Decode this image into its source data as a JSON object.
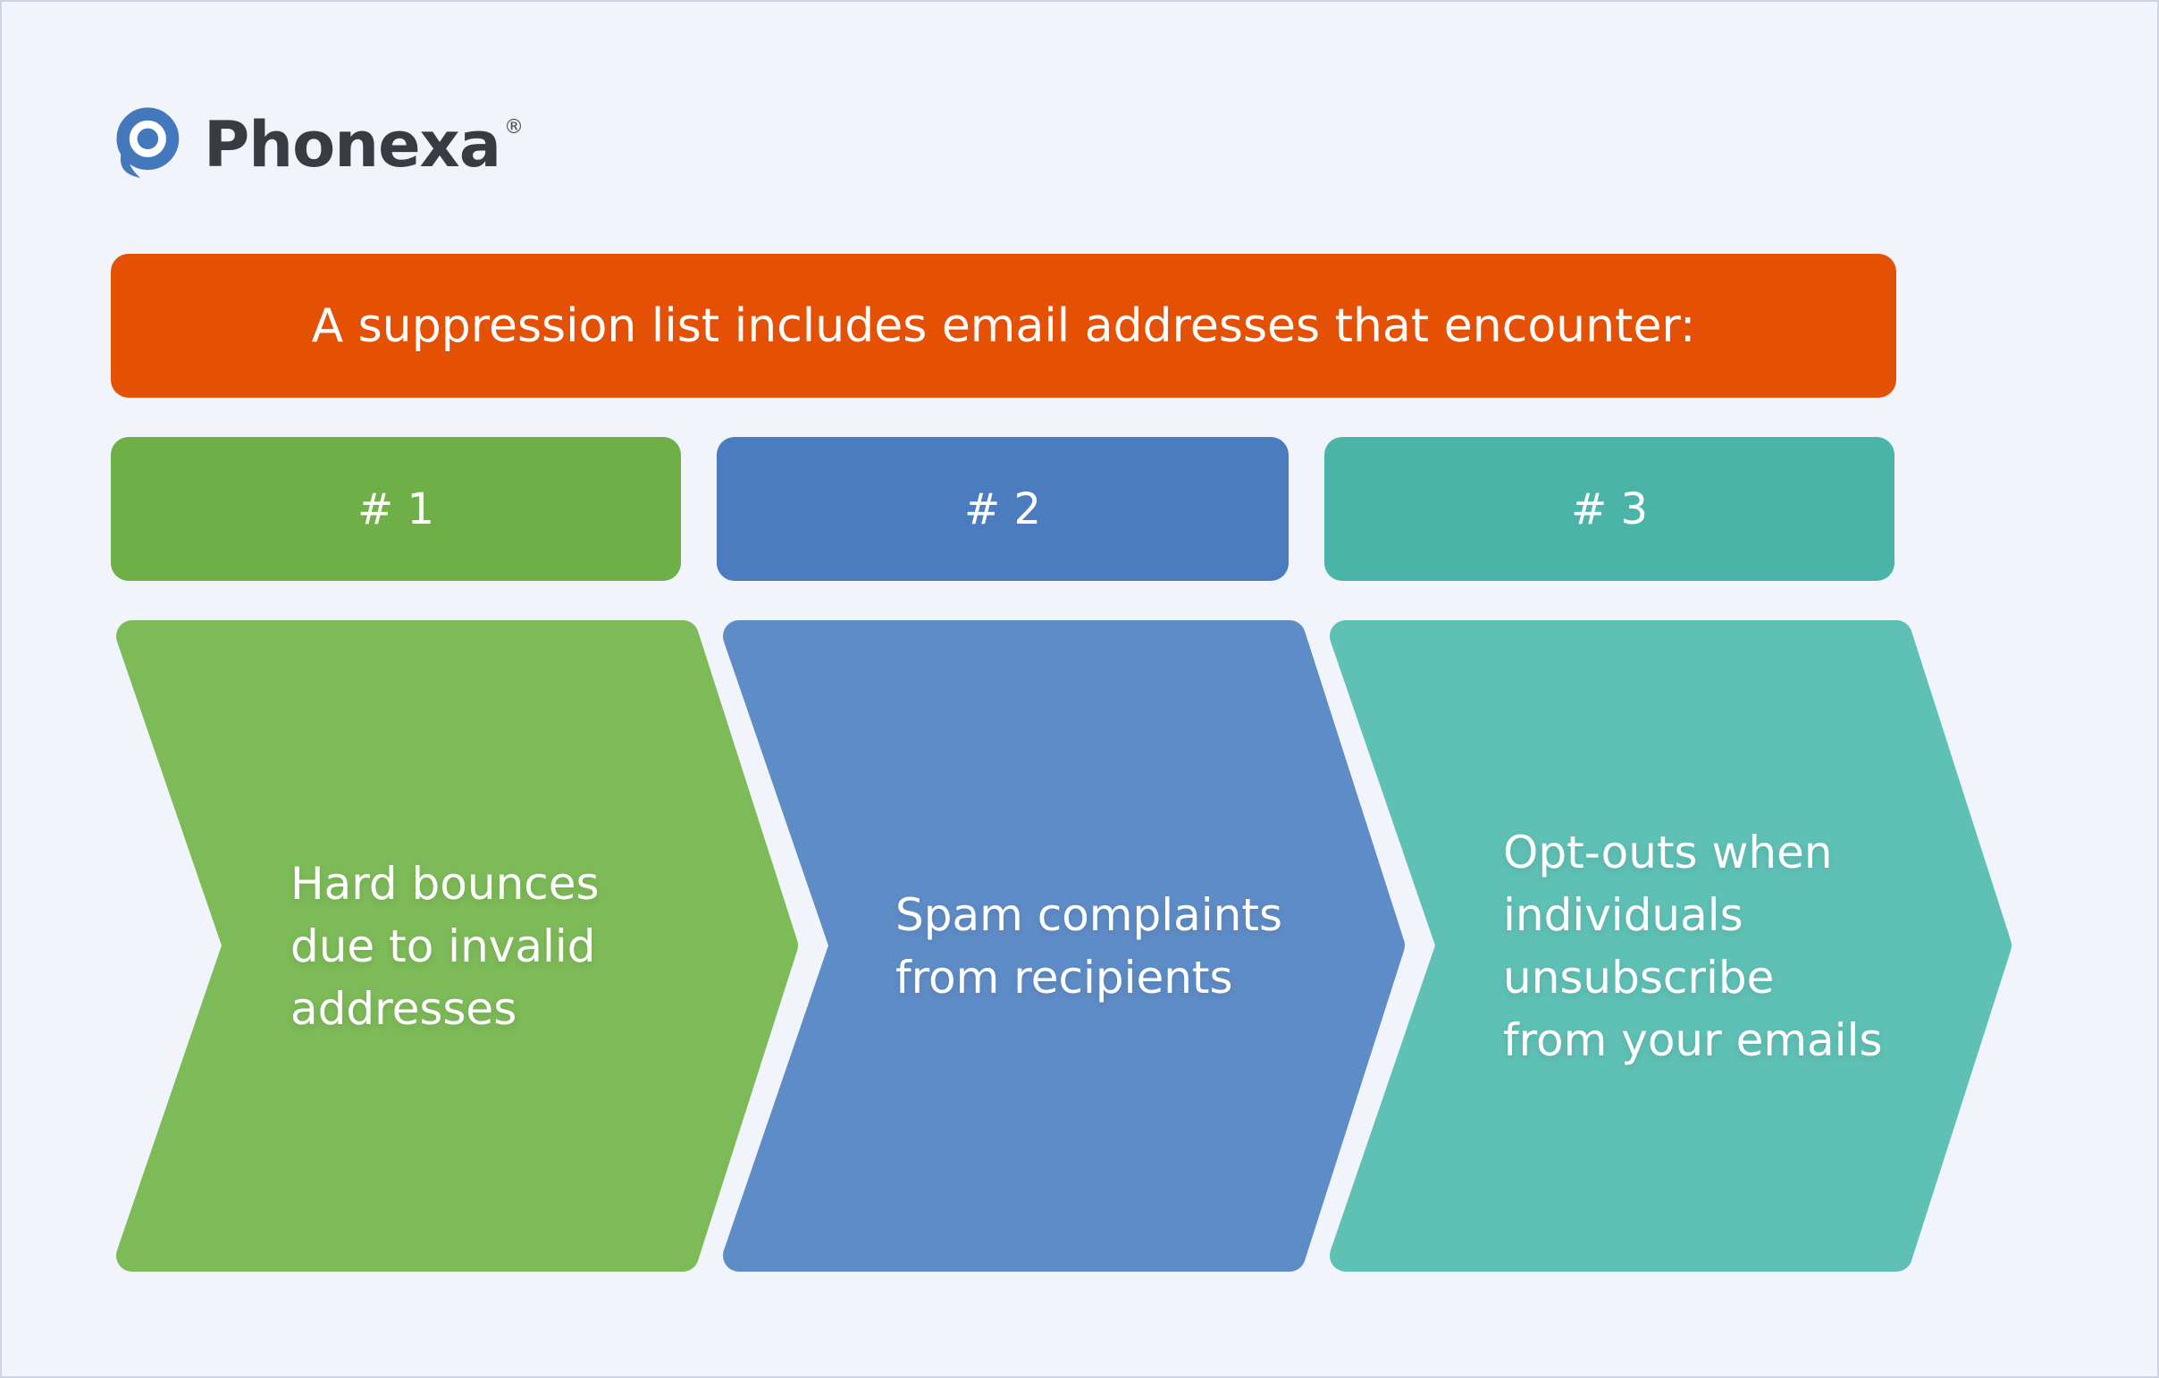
{
  "page": {
    "background": "#F1F4FB",
    "border_color": "#CBD4E4"
  },
  "logo": {
    "brand": "Phonexa",
    "registered_mark": "®",
    "icon": "pin-speech-bubble-icon",
    "icon_color": "#4478BD",
    "text_color": "#383C42"
  },
  "banner": {
    "text": "A suppression list includes email addresses that encounter:",
    "background": "#E45104",
    "text_color": "#FFFFFF"
  },
  "steps": [
    {
      "label": "# 1",
      "header_color": "#6FAF48",
      "chevron_color": "#7DBA58",
      "description": "Hard bounces due to invalid addresses",
      "lines": [
        "Hard bounces",
        "due to invalid",
        "addresses"
      ]
    },
    {
      "label": "# 2",
      "header_color": "#4B7CBF",
      "chevron_color": "#5E8CC6",
      "description": "Spam complaints from recipients",
      "lines": [
        "Spam complaints",
        "from recipients"
      ]
    },
    {
      "label": "# 3",
      "header_color": "#4BB4A9",
      "chevron_color": "#5FC0B5",
      "description": "Opt-outs when individuals unsubscribe from your emails",
      "lines": [
        "Opt-outs when",
        "individuals",
        "unsubscribe",
        "from your emails"
      ]
    }
  ]
}
